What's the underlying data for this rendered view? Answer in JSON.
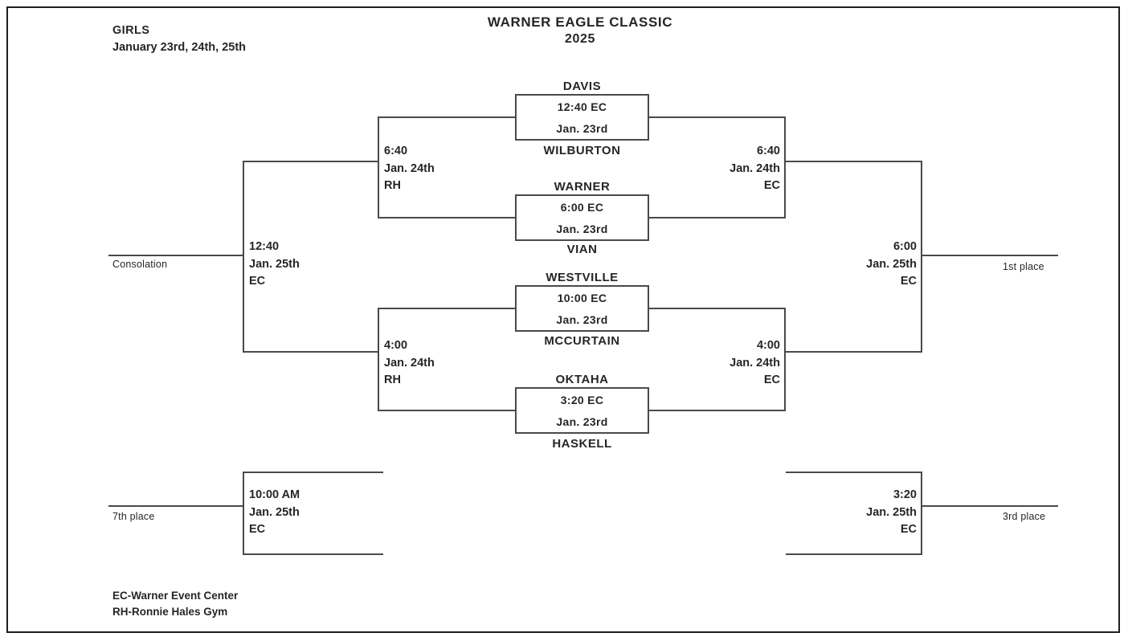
{
  "header": {
    "division": "GIRLS",
    "date_range": "January 23rd, 24th, 25th",
    "title": "WARNER EAGLE CLASSIC",
    "year": "2025"
  },
  "bracket": {
    "first_round": [
      {
        "top_team": "DAVIS",
        "bottom_team": "WILBURTON",
        "time": "12:40 EC",
        "date": "Jan. 23rd"
      },
      {
        "top_team": "WARNER",
        "bottom_team": "VIAN",
        "time": "6:00 EC",
        "date": "Jan. 23rd"
      },
      {
        "top_team": "WESTVILLE",
        "bottom_team": "MCCURTAIN",
        "time": "10:00 EC",
        "date": "Jan. 23rd"
      },
      {
        "top_team": "OKTAHA",
        "bottom_team": "HASKELL",
        "time": "3:20 EC",
        "date": "Jan. 23rd"
      }
    ],
    "semifinals": {
      "left_top": {
        "time": "6:40",
        "date": "Jan. 24th",
        "venue": "RH"
      },
      "right_top": {
        "time": "6:40",
        "date": "Jan. 24th",
        "venue": "EC"
      },
      "left_bottom": {
        "time": "4:00",
        "date": "Jan. 24th",
        "venue": "RH"
      },
      "right_bottom": {
        "time": "4:00",
        "date": "Jan. 24th",
        "venue": "EC"
      }
    },
    "finals": {
      "consolation": {
        "time": "12:40",
        "date": "Jan. 25th",
        "venue": "EC",
        "label": "Consolation"
      },
      "first_place": {
        "time": "6:00",
        "date": "Jan. 25th",
        "venue": "EC",
        "label": "1st place"
      },
      "seventh_place": {
        "time": "10:00 AM",
        "date": "Jan. 25th",
        "venue": "EC",
        "label": "7th place"
      },
      "third_place": {
        "time": "3:20",
        "date": "Jan. 25th",
        "venue": "EC",
        "label": "3rd place"
      }
    }
  },
  "legend": {
    "line1": "EC-Warner Event Center",
    "line2": "RH-Ronnie Hales Gym"
  },
  "colors": {
    "line": "#4a4a4a",
    "text": "#262626",
    "border": "#1f1f1f",
    "background": "#ffffff"
  }
}
